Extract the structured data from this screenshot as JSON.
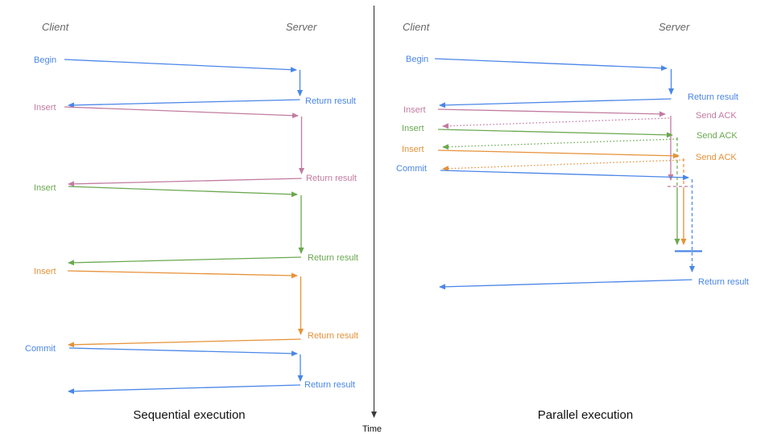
{
  "colors": {
    "blue": "#4a86e8",
    "pink": "#c27ba0",
    "green": "#6aa84f",
    "orange": "#e69138",
    "axis": "#3c3c3c",
    "header": "#666666",
    "title": "#111111"
  },
  "time_axis": {
    "label": "Time"
  },
  "sequential": {
    "title": "Sequential execution",
    "client_header": "Client",
    "server_header": "Server",
    "operations": {
      "begin": "Begin",
      "insert1": "Insert",
      "insert2": "Insert",
      "insert3": "Insert",
      "commit": "Commit"
    },
    "returns": {
      "r1": "Return result",
      "r2": "Return result",
      "r3": "Return result",
      "r4": "Return result",
      "r5": "Return result"
    }
  },
  "parallel": {
    "title": "Parallel execution",
    "client_header": "Client",
    "server_header": "Server",
    "operations": {
      "begin": "Begin",
      "insert1": "Insert",
      "insert2": "Insert",
      "insert3": "Insert",
      "commit": "Commit"
    },
    "acks": {
      "a1": "Send ACK",
      "a2": "Send ACK",
      "a3": "Send ACK"
    },
    "returns": {
      "begin": "Return result",
      "commit": "Return result"
    }
  }
}
